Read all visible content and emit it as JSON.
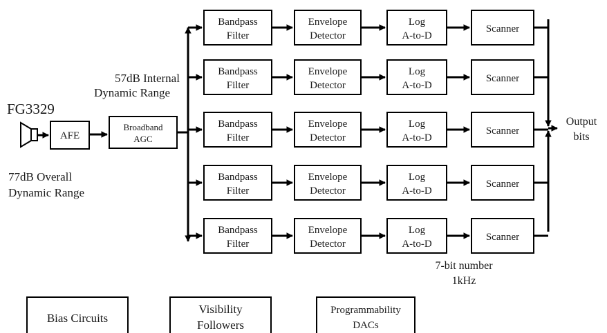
{
  "source_label": "FG3329",
  "afe_label": "AFE",
  "agc_label": [
    "Broadband",
    "AGC"
  ],
  "internal_range_label": [
    "57dB Internal",
    "Dynamic Range"
  ],
  "overall_range_label": [
    "77dB Overall",
    "Dynamic Range"
  ],
  "channels": [
    {
      "filter": [
        "Bandpass",
        "Filter"
      ],
      "detector": [
        "Envelope",
        "Detector"
      ],
      "adc": [
        "Log",
        "A-to-D"
      ],
      "scanner": "Scanner"
    },
    {
      "filter": [
        "Bandpass",
        "Filter"
      ],
      "detector": [
        "Envelope",
        "Detector"
      ],
      "adc": [
        "Log",
        "A-to-D"
      ],
      "scanner": "Scanner"
    },
    {
      "filter": [
        "Bandpass",
        "Filter"
      ],
      "detector": [
        "Envelope",
        "Detector"
      ],
      "adc": [
        "Log",
        "A-to-D"
      ],
      "scanner": "Scanner"
    },
    {
      "filter": [
        "Bandpass",
        "Filter"
      ],
      "detector": [
        "Envelope",
        "Detector"
      ],
      "adc": [
        "Log",
        "A-to-D"
      ],
      "scanner": "Scanner"
    },
    {
      "filter": [
        "Bandpass",
        "Filter"
      ],
      "detector": [
        "Envelope",
        "Detector"
      ],
      "adc": [
        "Log",
        "A-to-D"
      ],
      "scanner": "Scanner"
    }
  ],
  "output_label": [
    "Output",
    "bits"
  ],
  "rate_label": [
    "7-bit number",
    "1kHz"
  ],
  "bottom_blocks": [
    [
      "Bias Circuits"
    ],
    [
      "Visibility",
      "Followers"
    ],
    [
      "Programmability",
      "DACs"
    ]
  ]
}
